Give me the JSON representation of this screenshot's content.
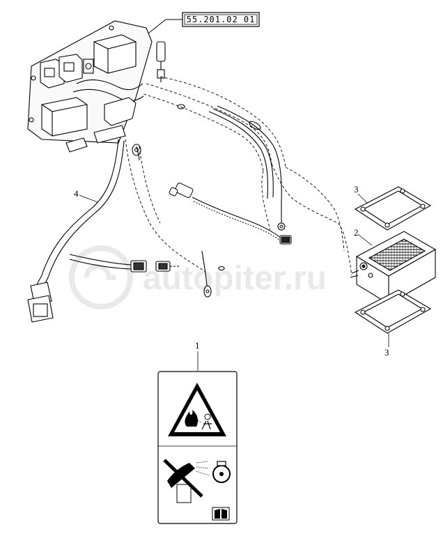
{
  "reference_code": "55.201.02 01",
  "callouts": {
    "decal": "1",
    "heater_box": "2",
    "gasket_top": "3",
    "gasket_bottom": "3",
    "harness": "4"
  },
  "watermark": "autopiter.ru"
}
